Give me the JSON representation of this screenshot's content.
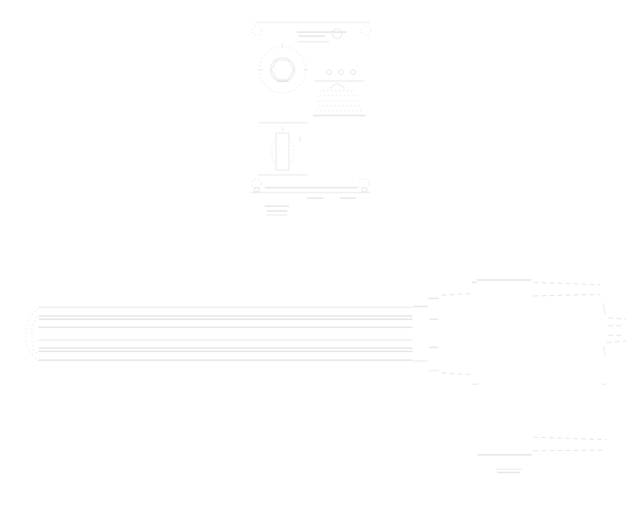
{
  "drawing": {
    "type": "technical-line-drawing",
    "background": "#ffffff",
    "line_color": "#dcdcdc",
    "views": [
      {
        "name": "front-view",
        "description": "Circular component with hexagonal inner hub, flanked by mounting brackets",
        "position": "top-center"
      },
      {
        "name": "notes-block",
        "description": "Illegible note/text block beside front view",
        "position": "top-right-of-front-view"
      },
      {
        "name": "side-view",
        "description": "Vertical cylindrical section with base rail and end fittings",
        "position": "center"
      },
      {
        "name": "elongated-plan-view",
        "description": "Long horizontal body with parallel lines and rounded left end",
        "position": "lower-left"
      },
      {
        "name": "detail-view",
        "description": "Tapered detail with dashed leader lines",
        "position": "lower-right"
      }
    ],
    "text_legible": false
  }
}
